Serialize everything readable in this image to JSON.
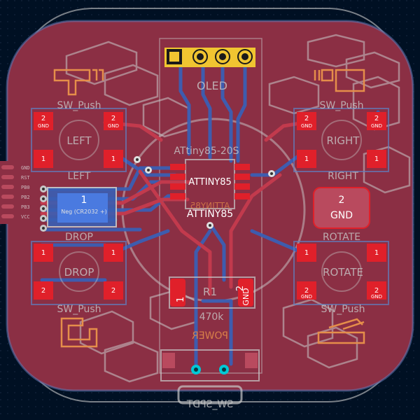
{
  "board": {
    "oled_label": "OLED",
    "attiny_top_label": "ATtiny85-20S",
    "attiny_label_1": "ATTINY85",
    "attiny_label_2": "ATTINY85",
    "attiny_mirror": "ATTINY85",
    "resistor_ref": "R1",
    "resistor_value": "470k",
    "power_label": "POWER",
    "switch_label": "SW_SPDT",
    "battery_pad": "1",
    "battery_sub": "Neg (CR2032 +)",
    "gnd_pad_num": "2",
    "gnd_pad_label": "GND",
    "r1_pad1": "1",
    "r1_pad2": "2",
    "r1_pad2_label": "GND"
  },
  "buttons": {
    "left": {
      "name": "LEFT",
      "sub": "LEFT",
      "ref": "SW_Push"
    },
    "right": {
      "name": "RIGHT",
      "sub": "RIGHT",
      "ref": "SW_Push"
    },
    "drop": {
      "name": "DROP",
      "sub": "DROP",
      "ref": "SW_Push"
    },
    "rotate": {
      "name": "ROTATE",
      "sub": "ROTATE",
      "ref": "SW_Push"
    }
  },
  "pads": {
    "gnd": "GND",
    "n1": "1",
    "n2": "2"
  },
  "edge_connector": [
    "GND",
    "RST",
    "PB0",
    "PB2",
    "PB3",
    "VCC"
  ],
  "colors": {
    "background": "#001023",
    "board": "#8b2f44",
    "pad": "#e0202a",
    "copper_back": "#3a5fb4",
    "copper_front": "#c23a4d",
    "silk_front": "#c9c9c9",
    "silk_back": "#e58e4a",
    "highlight": "#f0c531"
  }
}
